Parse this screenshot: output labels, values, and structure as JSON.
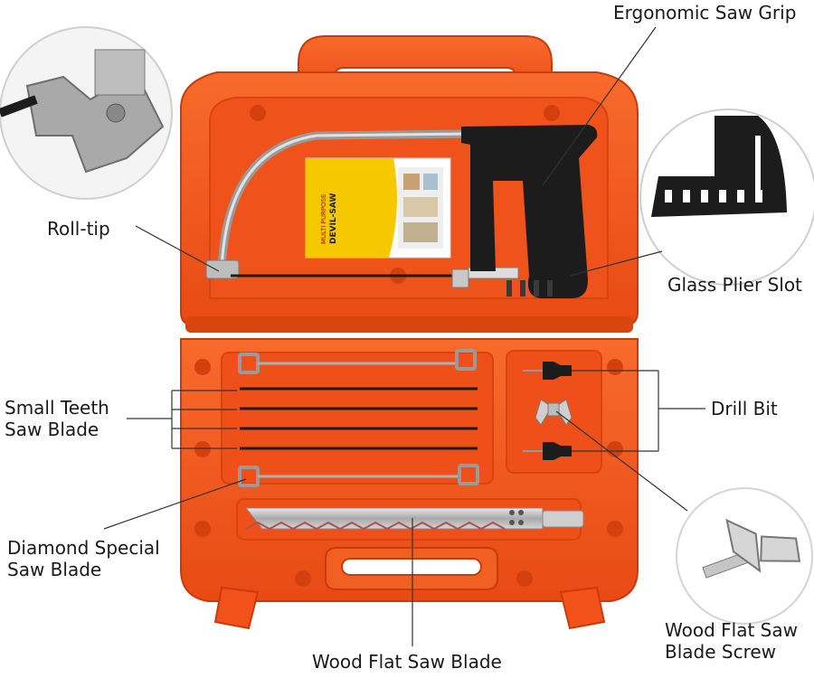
{
  "labels": {
    "ergonomic_saw_grip": "Ergonomic Saw Grip",
    "roll_tip": "Roll-tip",
    "glass_plier_slot": "Glass Plier Slot",
    "small_teeth_line1": "Small Teeth",
    "small_teeth_line2": "Saw Blade",
    "drill_bit": "Drill Bit",
    "diamond_line1": "Diamond Special",
    "diamond_line2": "Saw Blade",
    "wood_screw_line1": "Wood Flat Saw",
    "wood_screw_line2": "Blade Screw",
    "wood_flat_saw_blade": "Wood Flat Saw Blade"
  },
  "package": {
    "brand_top": "MULTI PURPOSE",
    "brand_name": "DEVIL-SAW"
  },
  "colors": {
    "case_orange": "#f4561c",
    "case_dark": "#d9400e",
    "handle_black": "#1c1c1c",
    "metal": "#b8b8b8",
    "package_yellow": "#f6c800"
  }
}
